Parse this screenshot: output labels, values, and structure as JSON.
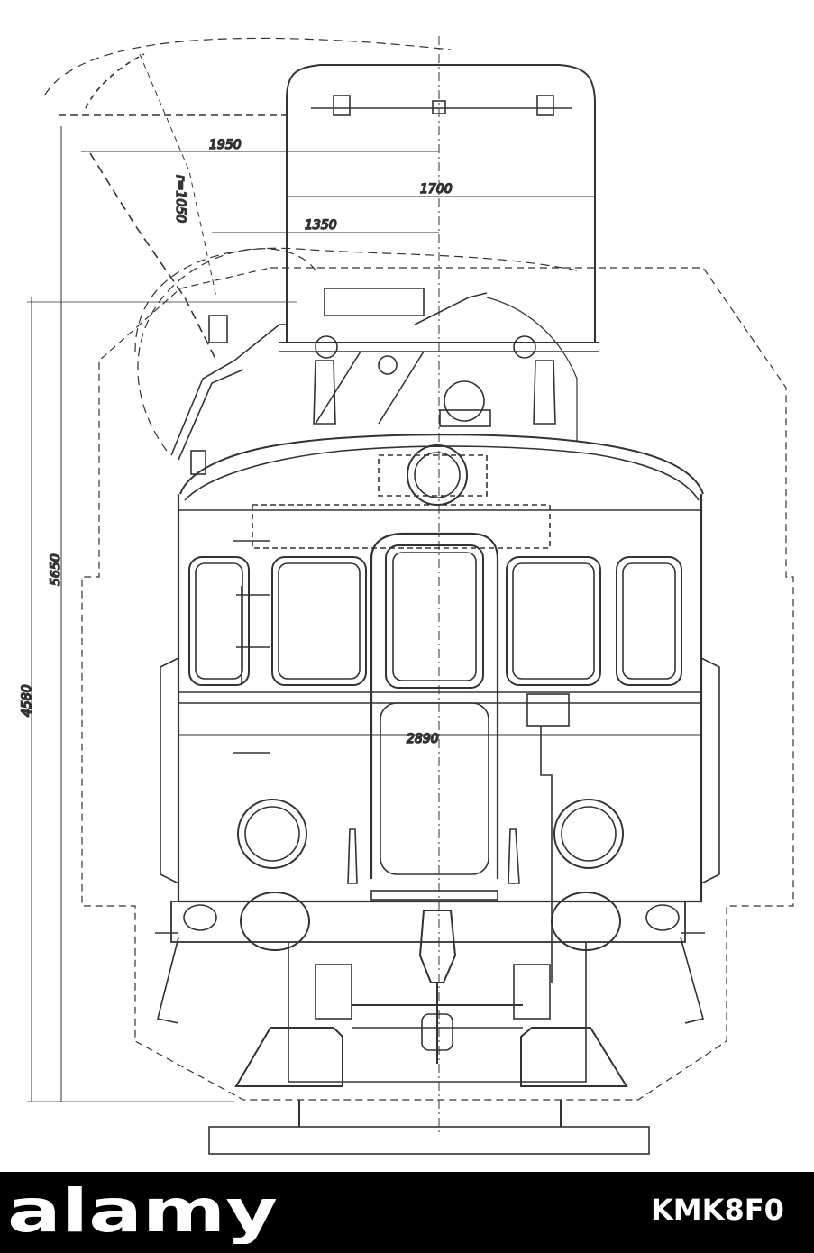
{
  "drawing": {
    "dimensions": {
      "top_offset": "1950",
      "pantograph_width": "1700",
      "pantograph_inner": "1350",
      "radius_label": "r=1050",
      "total_height": "5650",
      "body_height": "4580",
      "body_width": "2890"
    }
  },
  "watermark": {
    "brand": "alamy",
    "image_id": "KMK8F0"
  },
  "colors": {
    "line": "#333333",
    "paper": "#ffffff",
    "band": "#000000",
    "band_text": "#ffffff"
  }
}
